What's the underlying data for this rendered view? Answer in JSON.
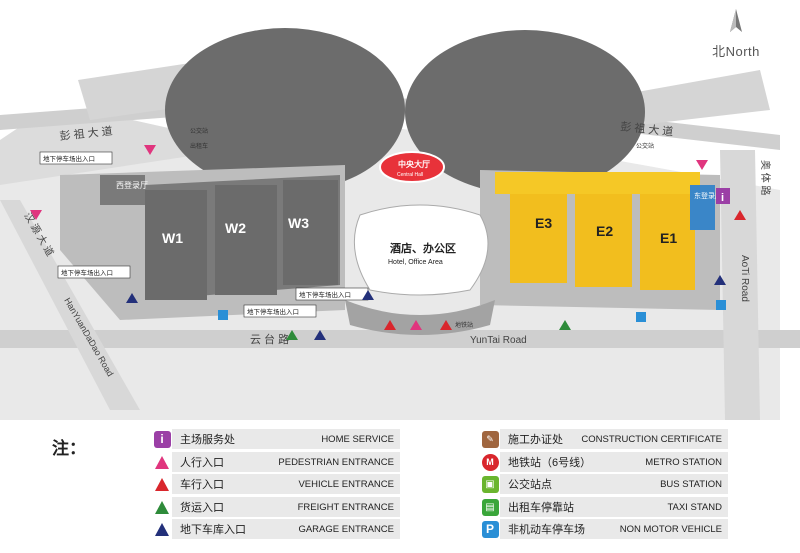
{
  "north": {
    "label": "北North"
  },
  "map": {
    "roads": {
      "peng_zu_road_west": "彭 祖 大 道",
      "peng_zu_road_east": "彭 祖 大 道",
      "yuntai_road_cn": "云 台 路",
      "yuntai_road_en": "YunTai Road",
      "aoti_road_cn": "奥 体 路",
      "aoti_road_en": "AoTi Road",
      "hanyuan_road_cn": "汉 源 大 道",
      "hanyuan_road_en": "HanYuanDaDao Road"
    },
    "halls": {
      "w1": "W1",
      "w2": "W2",
      "w3": "W3",
      "e1": "E1",
      "e2": "E2",
      "e3": "E3",
      "central_cn": "中央大厅",
      "central_en": "Central Hall",
      "hotel_cn": "酒店、办公区",
      "hotel_en": "Hotel, Office Area",
      "west_hall": "西登录厅",
      "east_hall": "东登录厅"
    },
    "garage_labels": {
      "g1": "地下停车场出入口",
      "g2": "地下停车场出入口",
      "g3": "地下停车场出入口",
      "g4": "地下停车场出入口"
    },
    "small_labels": {
      "bus_station_w": "公交站",
      "taxi_w": "出租车",
      "bus_station_e": "公交站",
      "metro": "地铁站"
    }
  },
  "legend": {
    "title": "注：",
    "items": [
      {
        "cn": "主场服务处",
        "en": "HOME SERVICE",
        "icon": "info-icon",
        "color": "#9b3fa6"
      },
      {
        "cn": "人行入口",
        "en": "PEDESTRIAN ENTRANCE",
        "icon": "pedestrian-triangle-icon",
        "color": "#e0357e"
      },
      {
        "cn": "车行入口",
        "en": "VEHICLE ENTRANCE",
        "icon": "vehicle-triangle-icon",
        "color": "#d9262c"
      },
      {
        "cn": "货运入口",
        "en": "FREIGHT ENTRANCE",
        "icon": "freight-triangle-icon",
        "color": "#2e8b3a"
      },
      {
        "cn": "地下车库入口",
        "en": "GARAGE ENTRANCE",
        "icon": "garage-triangle-icon",
        "color": "#23307a"
      },
      {
        "cn": "施工办证处",
        "en": "CONSTRUCTION CERTIFICATE",
        "icon": "construction-icon",
        "color": "#a0663f"
      },
      {
        "cn": "地铁站（6号线）",
        "en": "METRO STATION",
        "icon": "metro-icon",
        "color": "#d9262c"
      },
      {
        "cn": "公交站点",
        "en": "BUS STATION",
        "icon": "bus-icon",
        "color": "#6ab52e"
      },
      {
        "cn": "出租车停靠站",
        "en": "TAXI STAND",
        "icon": "taxi-icon",
        "color": "#3aa63a"
      },
      {
        "cn": "非机动车停车场",
        "en": "NON MOTOR VEHICLE",
        "icon": "parking-icon",
        "color": "#2a8fd6"
      }
    ]
  }
}
